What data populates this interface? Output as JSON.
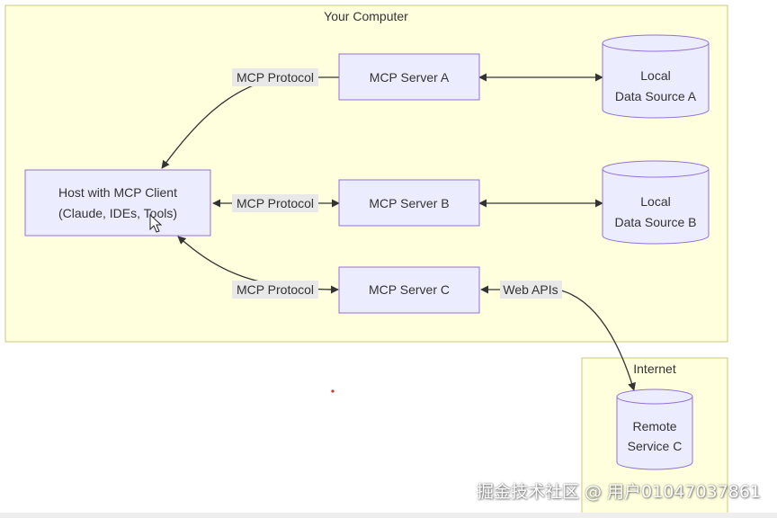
{
  "groups": {
    "your_computer": "Your Computer",
    "internet": "Internet"
  },
  "nodes": {
    "host": {
      "line1": "Host with MCP Client",
      "line2": "(Claude, IDEs, Tools)"
    },
    "server_a": "MCP Server A",
    "server_b": "MCP Server B",
    "server_c": "MCP Server C",
    "data_a": {
      "line1": "Local",
      "line2": "Data Source A"
    },
    "data_b": {
      "line1": "Local",
      "line2": "Data Source B"
    },
    "remote_c": {
      "line1": "Remote",
      "line2": "Service C"
    }
  },
  "edges": {
    "label_a": "MCP Protocol",
    "label_b": "MCP Protocol",
    "label_c": "MCP Protocol",
    "label_web": "Web APIs"
  },
  "watermark": "掘金技术社区 @ 用户01047037861",
  "colors": {
    "group_fill": "#ffffde",
    "group_stroke": "#c8c87a",
    "node_fill": "#ececff",
    "node_stroke": "#9370db",
    "edge": "#333333",
    "label_bg": "#e8e8e8"
  }
}
